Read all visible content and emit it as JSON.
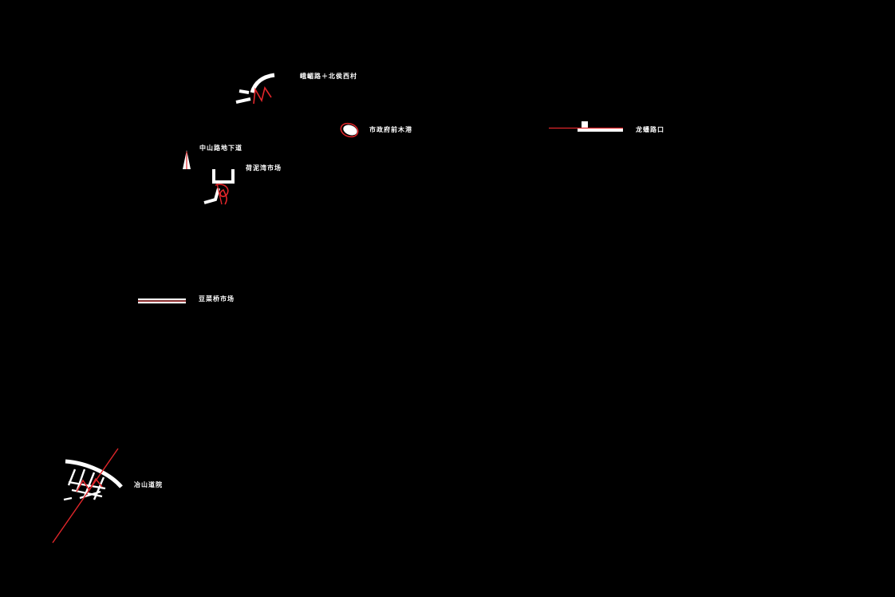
{
  "colors": {
    "background": "#000000",
    "line": "#ffffff",
    "accent": "#e0262a"
  },
  "sites": [
    {
      "id": "emei",
      "label": "峨嵋路＋北侯西村",
      "icon": "curved-zigzag-icon"
    },
    {
      "id": "shizhengfu",
      "label": "市政府前木港",
      "icon": "ellipse-orbit-icon"
    },
    {
      "id": "longmu",
      "label": "龙蟠路口",
      "icon": "block-line-icon"
    },
    {
      "id": "zhongshan",
      "label": "中山路地下道",
      "icon": "arrow-spike-icon"
    },
    {
      "id": "hexi",
      "label": "荷泥湾市场",
      "icon": "bracket-loop-icon"
    },
    {
      "id": "doucai",
      "label": "豆菜桥市场",
      "icon": "double-line-icon"
    },
    {
      "id": "yeshan",
      "label": "冶山道院",
      "icon": "grid-arc-icon"
    }
  ]
}
